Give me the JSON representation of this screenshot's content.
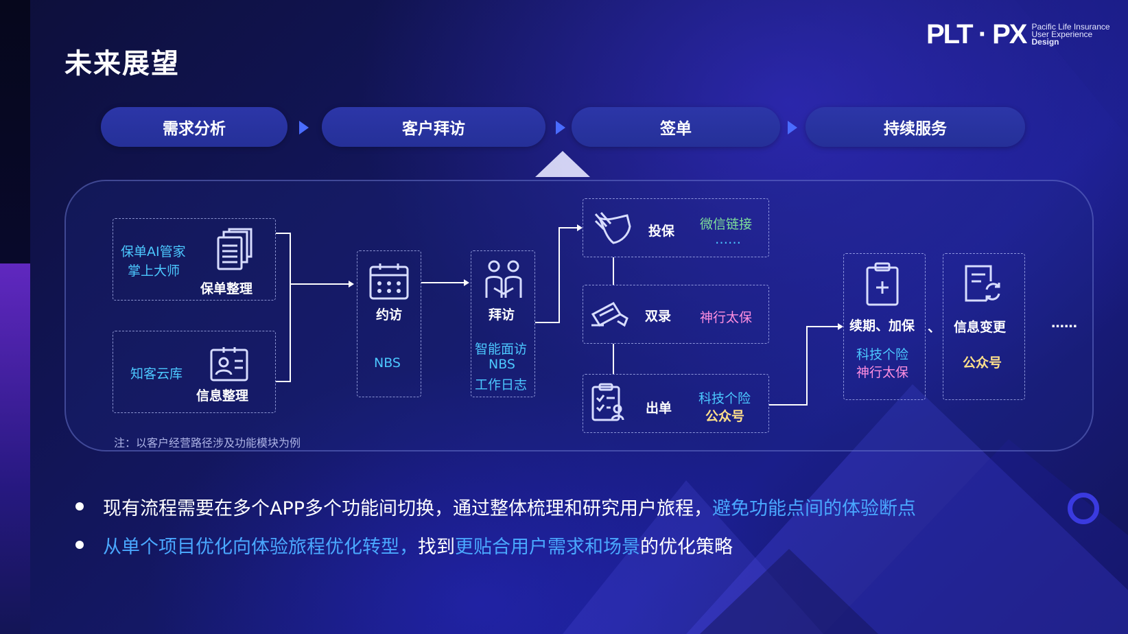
{
  "slide": {
    "title": "未来展望",
    "logo": {
      "mark": "PLT · PX",
      "line1": "Pacific Life Insurance",
      "line2": "User Experience",
      "line3": "Design"
    }
  },
  "stages": [
    "需求分析",
    "客户拜访",
    "签单",
    "持续服务"
  ],
  "flow": {
    "policy_box": {
      "label_a": "保单AI管家",
      "label_b": "掌上大师",
      "title": "保单整理"
    },
    "info_box": {
      "label": "知客云库",
      "title": "信息整理"
    },
    "appointment": {
      "title": "约访",
      "system": "NBS"
    },
    "visit": {
      "title": "拜访",
      "sys1": "智能面访",
      "sys2": "NBS",
      "sys3": "工作日志"
    },
    "insure": {
      "title": "投保",
      "channel": "微信链接",
      "more": "……"
    },
    "dual_record": {
      "title": "双录",
      "channel": "神行太保"
    },
    "issue": {
      "title": "出单",
      "channel1": "科技个险",
      "channel2": "公众号"
    },
    "renew": {
      "title": "续期、加保",
      "sep": "、",
      "channel1": "科技个险",
      "channel2": "神行太保"
    },
    "info_change": {
      "title": "信息变更",
      "channel": "公众号"
    },
    "more": "……",
    "note": "注：以客户经营路径涉及功能模块为例"
  },
  "bullets": [
    {
      "parts": [
        {
          "text": "现有流程需要在多个APP多个功能间切换，通过整体梳理和研究用户旅程，",
          "highlight": false
        },
        {
          "text": "避免功能点间的体验断点",
          "highlight": true
        }
      ]
    },
    {
      "parts": [
        {
          "text": "从单个项目优化向体验旅程优化转型，",
          "highlight": true
        },
        {
          "text": "找到",
          "highlight": false
        },
        {
          "text": "更贴合用户需求和场景",
          "highlight": true
        },
        {
          "text": "的优化策略",
          "highlight": false
        }
      ]
    }
  ],
  "colors": {
    "background": "#141866",
    "stage_pill": "#2a34a4",
    "highlight_text": "#4aa8ff",
    "cyan_label": "#4cc8ff",
    "green_label": "#7fe09a",
    "pink_label": "#ff8fe0",
    "yellow_label": "#ffe08a"
  }
}
